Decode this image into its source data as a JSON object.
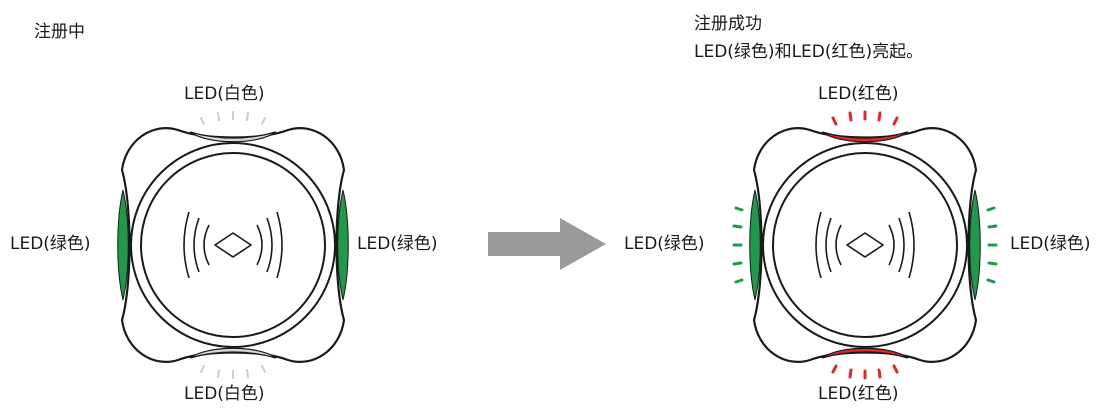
{
  "left": {
    "state_title": "注册中",
    "led_top": "LED(白色)",
    "led_bottom": "LED(白色)",
    "led_left": "LED(绿色)",
    "led_right": "LED(绿色)",
    "top_led_color": "#d6d6d6",
    "bottom_led_color": "#d6d6d6",
    "side_led_color": "#1e9a4a",
    "ray_color": "#cccccc",
    "show_side_rays": false
  },
  "right": {
    "state_title": "注册成功",
    "state_desc": "LED(绿色)和LED(红色)亮起。",
    "led_top": "LED(红色)",
    "led_bottom": "LED(红色)",
    "led_left": "LED(绿色)",
    "led_right": "LED(绿色)",
    "top_led_color": "#e3262a",
    "bottom_led_color": "#e3262a",
    "side_led_color": "#1e9a4a",
    "ray_color_top": "#e3262a",
    "ray_color_side": "#1e9a4a",
    "show_side_rays": true
  },
  "arrow": {
    "icon": "right-arrow-icon",
    "color": "#9a9a9a"
  },
  "reader_icon": "nfc-contactless-icon"
}
